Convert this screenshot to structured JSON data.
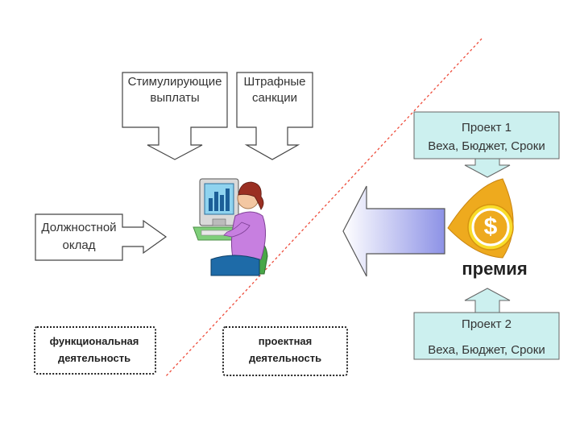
{
  "callouts": {
    "stimul": "Стимулирующие выплаты",
    "penalty": "Штрафные санкции",
    "oklad": "Должностной оклад"
  },
  "projects": {
    "p1_title": "Проект 1",
    "p1_desc": "Веха, Бюджет, Сроки",
    "p2_title": "Проект 2",
    "p2_desc": "Веха, Бюджет, Сроки"
  },
  "bonus": {
    "label": "премия",
    "symbol": "$"
  },
  "activities": {
    "functional": "функциональная деятельность",
    "project": "проектная деятельность"
  },
  "colors": {
    "project_box": "#ccf0ef",
    "arrow_gradient_start": "#ffffff",
    "arrow_gradient_end": "#8d92e6",
    "coin_orange": "#eeaa1e",
    "coin_yellow": "#f9dc2a",
    "divider": "#ee4d3c"
  },
  "icons": {
    "person": "person-at-computer-icon",
    "coin": "dollar-coin-icon"
  }
}
